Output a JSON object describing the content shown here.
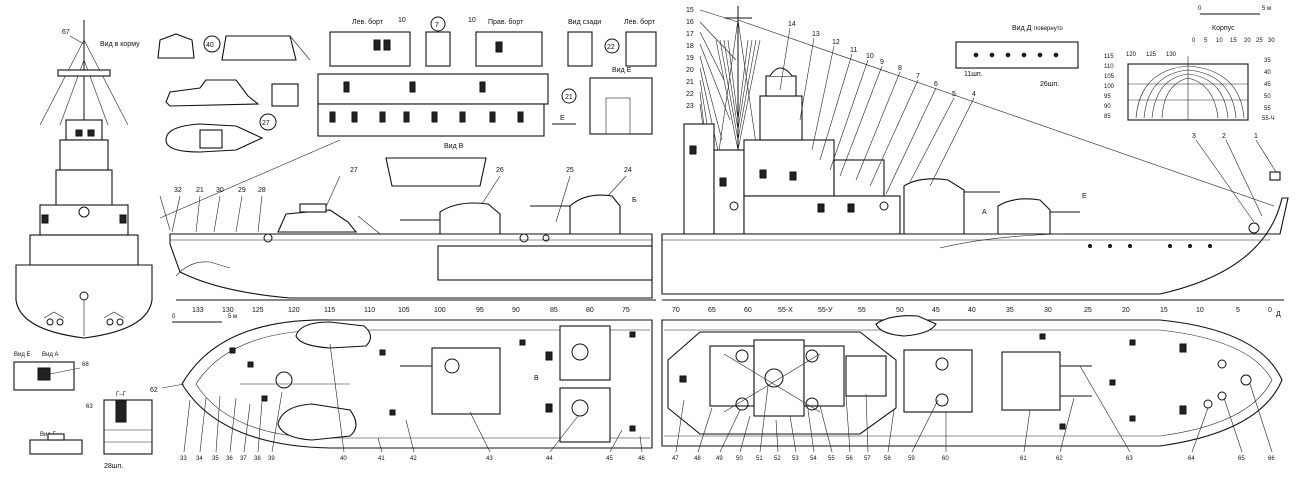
{
  "views": {
    "vid_v_kormu": "Вид в корму",
    "lev_bort_1": "Лев. борт",
    "prav_bort": "Прав. борт",
    "vid_szadi": "Вид сзади",
    "lev_bort_2": "Лев. борт",
    "vid_e_top": "Вид Е",
    "vid_v": "Вид В",
    "vid_d": "Вид Д",
    "povernuto": "повернуто",
    "shp26": "26шп.",
    "shp11": "11шп.",
    "korpus": "Корпус",
    "vid_e_small": "Вид Е",
    "vid_a_small": "Вид А",
    "vid_b_small": "Вид Б",
    "section_gg": "Г–Г",
    "shp28": "28шп.",
    "letter_e1": "Е",
    "letter_e2": "Е",
    "letter_b": "Б",
    "letter_a": "А",
    "letter_v": "В",
    "letter_d": "Д",
    "scale_0": "0",
    "scale_5m": "5 м",
    "scale2_0": "0",
    "scale2_5m": "5 м"
  },
  "callouts": {
    "c67": "67",
    "c40": "40",
    "c7": "7",
    "c10a": "10",
    "c10b": "10",
    "c22": "22",
    "c21": "21",
    "c27a": "27",
    "c27b": "27",
    "c26": "26",
    "c25": "25",
    "c24": "24",
    "c32": "32",
    "c21b": "21",
    "c30": "30",
    "c29": "29",
    "c28": "28",
    "c15": "15",
    "c16": "16",
    "c17": "17",
    "c18": "18",
    "c19": "19",
    "c20": "20",
    "c21c": "21",
    "c22b": "22",
    "c23": "23",
    "c14": "14",
    "c13": "13",
    "c12": "12",
    "c11": "11",
    "c10c": "10",
    "c9": "9",
    "c8": "8",
    "c7b": "7",
    "c6": "6",
    "c5": "5",
    "c4": "4",
    "c3": "3",
    "c2": "2",
    "c1": "1",
    "c68": "68",
    "c62a": "62",
    "c63a": "63"
  },
  "plan_bottom_left": [
    "33",
    "34",
    "35",
    "36",
    "37",
    "38",
    "39",
    "40",
    "41",
    "42",
    "43",
    "44",
    "45",
    "46"
  ],
  "plan_bottom_right": [
    "47",
    "48",
    "49",
    "50",
    "51",
    "52",
    "53",
    "54",
    "55",
    "56",
    "57",
    "58",
    "59",
    "60",
    "61",
    "62",
    "63",
    "64",
    "65",
    "66"
  ],
  "frames_left": [
    "133",
    "130",
    "125",
    "120",
    "115",
    "110",
    "105",
    "100",
    "95",
    "90",
    "85",
    "80",
    "75"
  ],
  "frames_right": [
    "70",
    "65",
    "60",
    "55-Х",
    "55-У",
    "55",
    "50",
    "45",
    "40",
    "35",
    "30",
    "25",
    "20",
    "15",
    "10",
    "5",
    "0"
  ],
  "body_frames_left": [
    "115",
    "110",
    "105",
    "100",
    "95",
    "90",
    "85"
  ],
  "body_frames_top": [
    "120",
    "125",
    "130"
  ],
  "body_frames_right_top": [
    "0",
    "5",
    "10",
    "15",
    "20",
    "25",
    "30"
  ],
  "body_frames_right": [
    "35",
    "40",
    "45",
    "50",
    "55",
    "55-Ч"
  ]
}
